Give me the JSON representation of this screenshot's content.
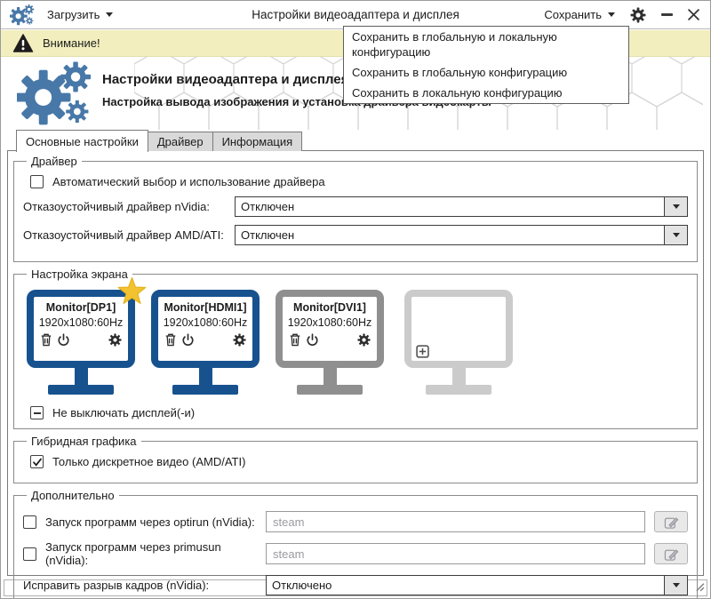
{
  "window": {
    "title": "Настройки видеоадаптера и дисплея"
  },
  "titlebar": {
    "load_label": "Загрузить",
    "save_label": "Сохранить"
  },
  "warning": {
    "text": "Внимание!"
  },
  "save_menu": {
    "items": [
      "Сохранить в глобальную и локальную конфигурацию",
      "Сохранить в глобальную конфигурацию",
      "Сохранить в локальную конфигурацию"
    ]
  },
  "header": {
    "title": "Настройки видеоадаптера и дисплея",
    "subtitle": "Настройка вывода изображения и установка драйвера видеокарты"
  },
  "tabs": [
    {
      "label": "Основные настройки",
      "active": true
    },
    {
      "label": "Драйвер",
      "active": false
    },
    {
      "label": "Информация",
      "active": false
    }
  ],
  "driver_group": {
    "legend": "Драйвер",
    "auto_driver_label": "Автоматический выбор и использование драйвера",
    "auto_driver_checked": false,
    "nvidia_failsafe_label": "Отказоустойчивый драйвер nVidia:",
    "nvidia_failsafe_value": "Отключен",
    "amd_failsafe_label": "Отказоустойчивый драйвер AMD/ATI:",
    "amd_failsafe_value": "Отключен"
  },
  "screen_group": {
    "legend": "Настройка экрана",
    "monitors": [
      {
        "name": "Monitor[DP1]",
        "mode": "1920x1080:60Hz",
        "color": "#17528f",
        "primary": true,
        "empty": false
      },
      {
        "name": "Monitor[HDMI1]",
        "mode": "1920x1080:60Hz",
        "color": "#17528f",
        "primary": false,
        "empty": false
      },
      {
        "name": "Monitor[DVI1]",
        "mode": "1920x1080:60Hz",
        "color": "#8f8f8f",
        "primary": false,
        "empty": false
      },
      {
        "name": "",
        "mode": "",
        "color": "#cbcbcb",
        "primary": false,
        "empty": true
      }
    ],
    "keep_on_label": "Не выключать дисплей(-и)",
    "keep_on_state": "indeterminate"
  },
  "hybrid_group": {
    "legend": "Гибридная графика",
    "discrete_only_label": "Только дискретное видео (AMD/ATI)",
    "discrete_only_checked": true
  },
  "extra_group": {
    "legend": "Дополнительно",
    "optirun_label": "Запуск программ через optirun (nVidia):",
    "optirun_placeholder": "steam",
    "optirun_checked": false,
    "primusun_label": "Запуск программ через primusun (nVidia):",
    "primusun_placeholder": "steam",
    "primusun_checked": false,
    "tearfix_label": "Исправить разрыв кадров (nVidia):",
    "tearfix_value": "Отключено"
  },
  "colors": {
    "monitor_blue": "#17528f",
    "monitor_gray": "#8f8f8f",
    "monitor_light": "#cbcbcb",
    "logo_blue": "#4878a8",
    "warning_bg": "#f2eebe",
    "star_yellow": "#f2c230"
  }
}
